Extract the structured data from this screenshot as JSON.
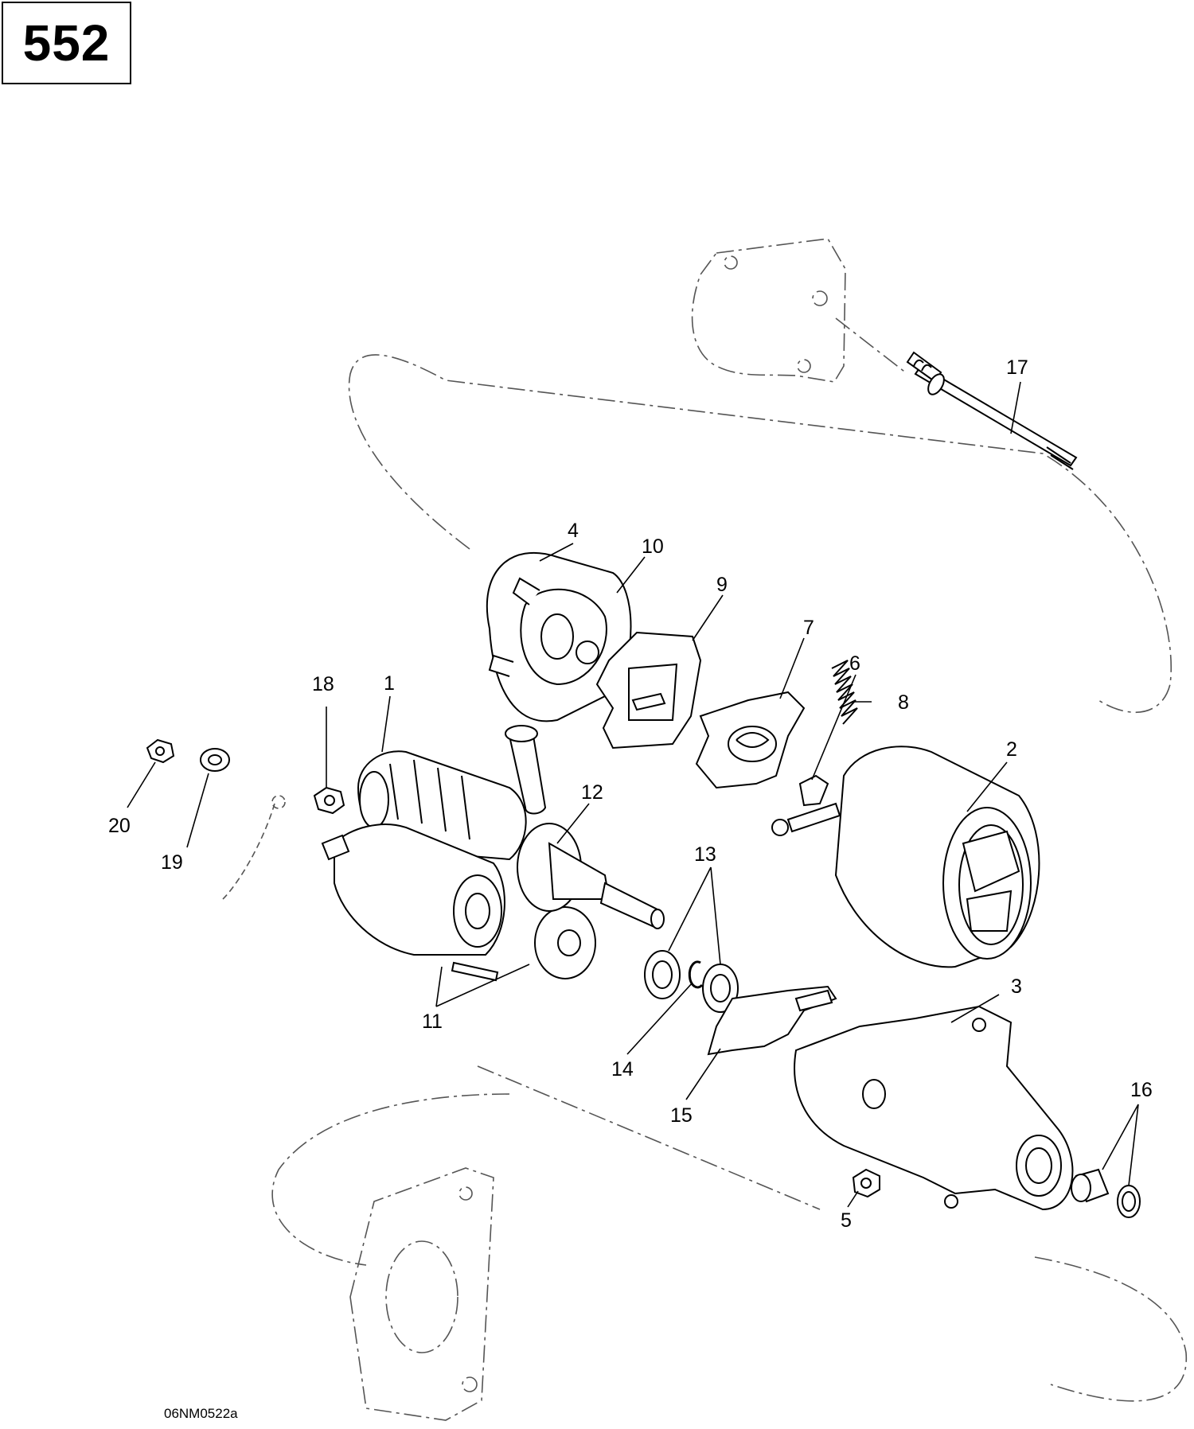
{
  "page_number": "552",
  "drawing_code": "06NM0522a",
  "callouts": [
    {
      "id": "c1",
      "label": "1"
    },
    {
      "id": "c2",
      "label": "2"
    },
    {
      "id": "c3",
      "label": "3"
    },
    {
      "id": "c4",
      "label": "4"
    },
    {
      "id": "c5",
      "label": "5"
    },
    {
      "id": "c6",
      "label": "6"
    },
    {
      "id": "c7",
      "label": "7"
    },
    {
      "id": "c8",
      "label": "8"
    },
    {
      "id": "c9",
      "label": "9"
    },
    {
      "id": "c10",
      "label": "10"
    },
    {
      "id": "c11",
      "label": "11"
    },
    {
      "id": "c12",
      "label": "12"
    },
    {
      "id": "c13",
      "label": "13"
    },
    {
      "id": "c14",
      "label": "14"
    },
    {
      "id": "c15",
      "label": "15"
    },
    {
      "id": "c16",
      "label": "16"
    },
    {
      "id": "c17",
      "label": "17"
    },
    {
      "id": "c18",
      "label": "18"
    },
    {
      "id": "c19",
      "label": "19"
    },
    {
      "id": "c20",
      "label": "20"
    }
  ]
}
